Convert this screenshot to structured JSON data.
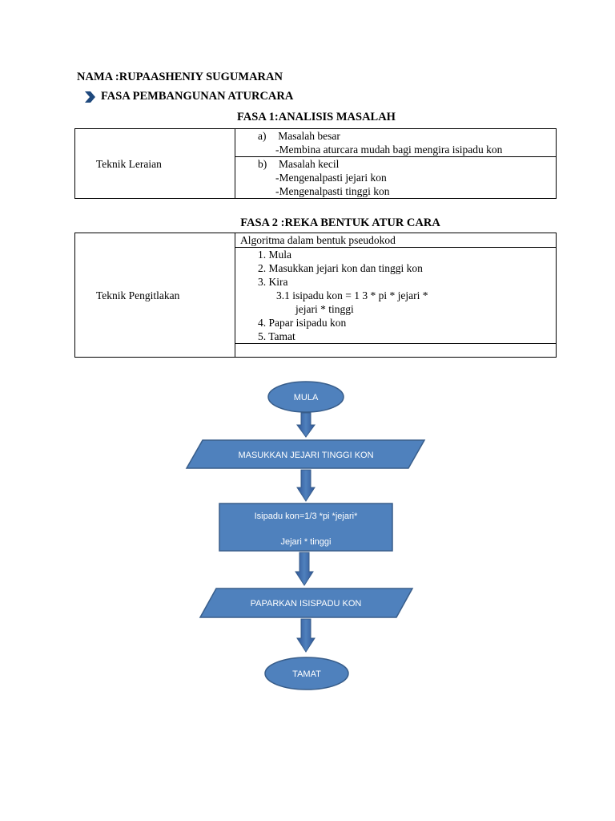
{
  "header": {
    "name_line": "NAMA :RUPAASHENIY SUGUMARAN",
    "phase_line": "FASA PEMBANGUNAN ATURCARA",
    "phase_icon": "chevron-right-icon"
  },
  "fasa1": {
    "title": "FASA 1:ANALISIS MASALAH",
    "technique": "Teknik Leraian",
    "block_a": {
      "marker": "a)",
      "heading": "Masalah besar",
      "lines": [
        "-Membina aturcara mudah bagi mengira isipadu kon"
      ]
    },
    "block_b": {
      "marker": "b)",
      "heading": "Masalah kecil",
      "lines": [
        "-Mengenalpasti jejari kon",
        "-Mengenalpasti tinggi kon"
      ]
    }
  },
  "fasa2": {
    "title": "FASA 2 :REKA BENTUK ATUR CARA",
    "technique": "Teknik Pengitlakan",
    "header_cell": "Algoritma dalam bentuk pseudokod",
    "steps": [
      "1.   Mula",
      "2.   Masukkan jejari kon dan tinggi kon",
      "3.   Kira",
      "3.1 isipadu kon = 1 3 * pi * jejari *",
      "jejari * tinggi",
      "4. Papar isipadu kon",
      "5. Tamat"
    ]
  },
  "flowchart": {
    "fill_color": "#4f81bd",
    "stroke_color": "#385d8a",
    "start": "MULA",
    "input": "MASUKKAN JEJARI TINGGI KON",
    "process_line1": "Isipadu kon=1/3 *pi *jejari*",
    "process_line2": "Jejari * tinggi",
    "output": "PAPARKAN ISISPADU KON",
    "end": "TAMAT"
  }
}
